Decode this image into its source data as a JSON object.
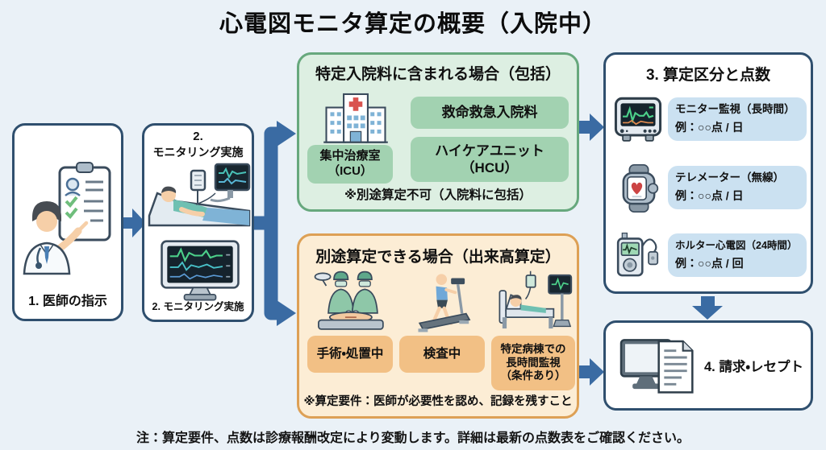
{
  "title": "心電図モニタ算定の概要（入院中）",
  "colors": {
    "background": "#eaf1f7",
    "box_border": "#2f4f6e",
    "arrow": "#3a6ba3",
    "included_bg": "#ddefe2",
    "included_border": "#67a87d",
    "included_pill": "#a2d2b1",
    "separate_bg": "#fcedd5",
    "separate_border": "#dda055",
    "separate_pill": "#f2c085",
    "scoring_pill": "#cbe1f1"
  },
  "step1": {
    "label": "1. 医師の指示",
    "icon": "doctor-clipboard-icon"
  },
  "step2": {
    "heading_number": "2.",
    "heading_label": "モニタリング実施",
    "caption": "2. モニタリング実施",
    "icons": [
      "patient-bed-icon",
      "ecg-monitor-icon"
    ]
  },
  "included": {
    "title": "特定入院料に含まれる場合（包括）",
    "icon": "hospital-icon",
    "icu_label": "集中治療室\n（ICU）",
    "items": [
      "救命救急入院料",
      "ハイケアユニット\n（HCU）"
    ],
    "note": "※別途算定不可（入院料に包括）"
  },
  "separate": {
    "title": "別途算定できる場合（出来高算定）",
    "items": [
      {
        "label": "手術・処置中",
        "icon": "surgery-icon"
      },
      {
        "label": "検査中",
        "icon": "treadmill-icon"
      },
      {
        "label": "特定病棟での\n長時間監視\n（条件あり）",
        "icon": "bed-monitoring-icon"
      }
    ],
    "note": "※算定要件：医師が必要性を認め、記録を残すこと"
  },
  "scoring": {
    "title": "3. 算定区分と点数",
    "rows": [
      {
        "name": "モニター監視（長時間）",
        "example": "例：○○点 / 日",
        "icon": "bedside-monitor-icon"
      },
      {
        "name": "テレメーター（無線）",
        "example": "例：○○点 / 日",
        "icon": "smartwatch-icon"
      },
      {
        "name": "ホルター心電図（24時間）",
        "example": "例：○○点 / 回",
        "icon": "holter-recorder-icon"
      }
    ]
  },
  "billing": {
    "label": "4. 請求・レセプト",
    "icon": "computer-document-icon"
  },
  "footnote": "注：算定要件、点数は診療報酬改定により変動します。詳細は最新の点数表をご確認ください。"
}
